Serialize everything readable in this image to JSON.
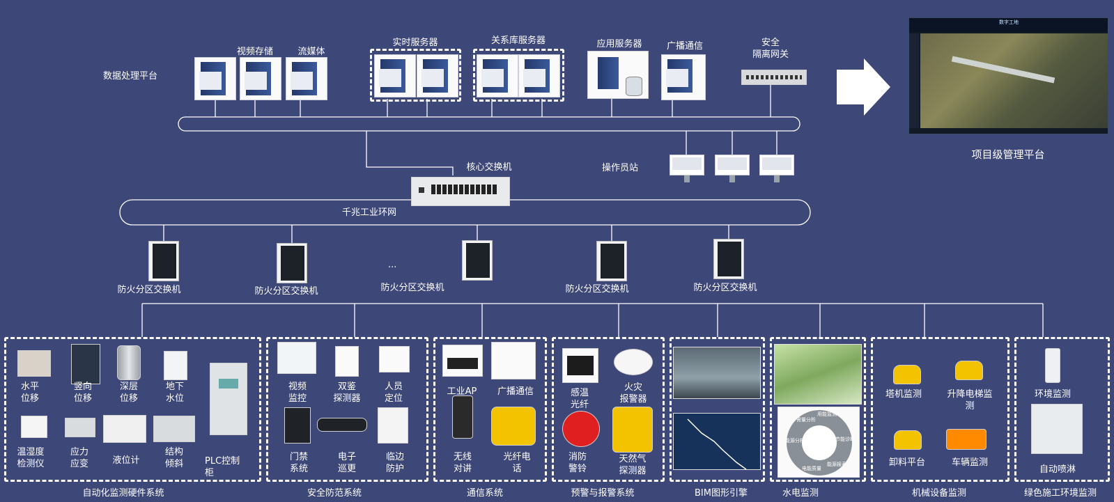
{
  "data_platform": {
    "title": "数据处理平台",
    "video_storage": "视频存储",
    "streaming": "流媒体",
    "realtime_server": "实时服务器",
    "rdb_server": "关系库服务器",
    "app_server": "应用服务器",
    "broadcast_comm": "广播通信",
    "security_gateway": "安全\n隔离网关"
  },
  "core_switch": "核心交换机",
  "operator_station": "操作员站",
  "gigabit_ring": "千兆工业环网",
  "project_platform": {
    "label": "项目级管理平台",
    "screen_title": "数字工地"
  },
  "fire_switches": [
    "防火分区交换机",
    "防火分区交换机",
    "防火分区交换机",
    "防火分区交换机",
    "防火分区交换机"
  ],
  "ellipsis": "...",
  "automation": {
    "title": "自动化监测硬件系统",
    "items": [
      "水平\n位移",
      "竖向\n位移",
      "深层\n位移",
      "地下\n水位",
      "温湿度\n检测仪",
      "应力\n应变",
      "液位计",
      "结构\n倾斜",
      "PLC控制\n柜"
    ]
  },
  "security": {
    "title": "安全防范系统",
    "items": [
      "视频\n监控",
      "双鉴\n探测器",
      "人员\n定位",
      "门禁\n系统",
      "电子\n巡更",
      "临边\n防护"
    ]
  },
  "communication": {
    "title": "通信系统",
    "items": [
      "工业AP",
      "广播通信",
      "无线\n对讲",
      "光纤电\n话"
    ]
  },
  "alarm": {
    "title": "预警与报警系统",
    "items": [
      "感温\n光纤",
      "火灾\n报警器",
      "消防\n警铃",
      "天然气\n探测器"
    ]
  },
  "bim": {
    "title": "BIM图形引擎"
  },
  "hydro": {
    "title": "水电监测",
    "ring_segments": [
      "用能监测",
      "节能诊断",
      "需量分析",
      "能源分析",
      "电能质量",
      "能源报表"
    ]
  },
  "machinery": {
    "title": "机械设备监测",
    "items": [
      "塔机监测",
      "升降电梯监\n测",
      "卸料平台",
      "车辆监测"
    ]
  },
  "green": {
    "title": "绿色施工环境监测",
    "items": [
      "环境监测",
      "自动喷淋"
    ]
  },
  "colors": {
    "background": "#3d4778",
    "wire": "#ffffff",
    "server_blue": "#2d4a86",
    "helmet_yellow": "#f3c300"
  }
}
